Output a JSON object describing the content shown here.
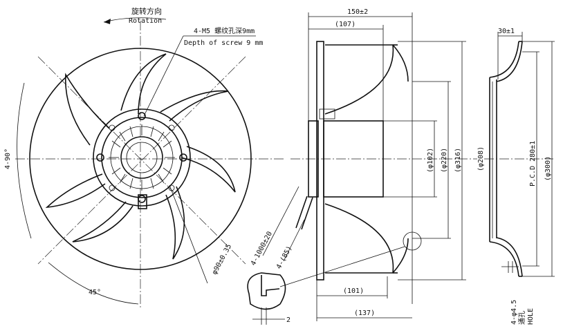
{
  "front_view": {
    "rotation_cn": "旋转方向",
    "rotation_en": "Rotation",
    "screw_cn": "4-M5 螺纹孔深9mm",
    "screw_en": "Depth of screw 9 mm",
    "angle_4x90": "4-90°",
    "angle_45": "45°",
    "pcd_90": "φ90±0.35"
  },
  "side_view": {
    "dim_150": "150±2",
    "dim_107": "(107)",
    "dim_102": "(φ102)",
    "dim_220": "(φ220)",
    "dim_316": "(φ316)",
    "dim_cable": "4-1000±20",
    "dim_85": "4-(85)",
    "dim_101": "(101)",
    "dim_137": "(137)",
    "detail_2": "2"
  },
  "ring_view": {
    "dim_30": "30±1",
    "dim_208": "(φ208)",
    "pcd_280": "P.C.D 280±1",
    "dim_300": "(φ300)",
    "hole_dim": "4-φ4.5",
    "hole_cn": "通孔",
    "hole_en": "HOLE"
  }
}
